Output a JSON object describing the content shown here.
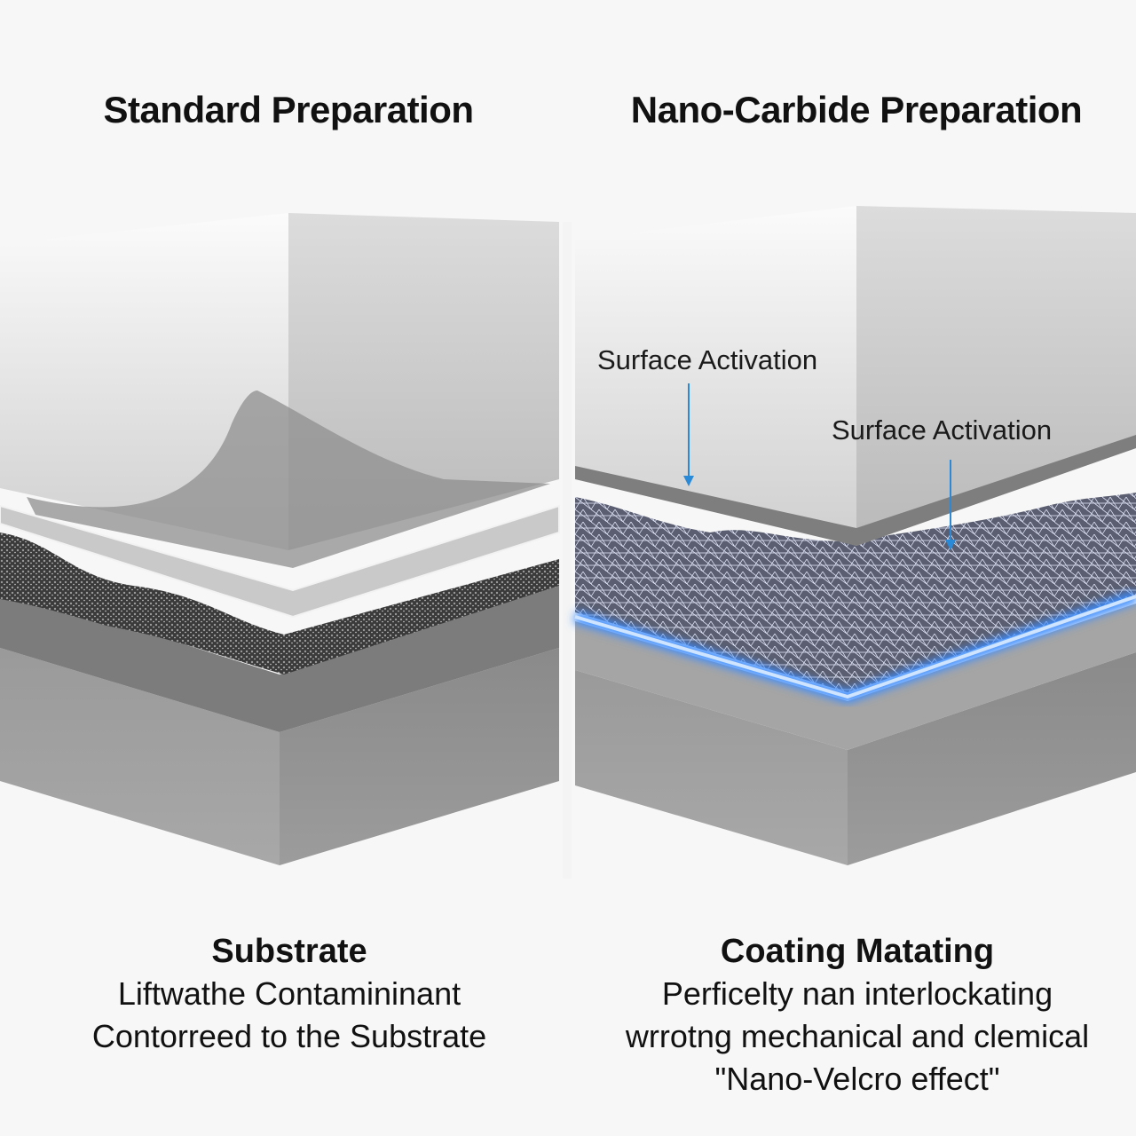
{
  "left": {
    "title": "Standard Preparation",
    "caption_heading": "Substrate",
    "caption_lines": [
      "Liftwathe Contamininant",
      "Contorreed to the Substrate"
    ]
  },
  "right": {
    "title": "Nano-Carbide Preparation",
    "annotations": [
      "Surface Activation",
      "Surface Activation"
    ],
    "caption_heading": "Coating Matating",
    "caption_lines": [
      "Perficelty nan interlockating",
      "wrrotng mechanical and clemical",
      "\"Nano-Velcro effect\""
    ]
  },
  "colors": {
    "glow": "#3b8cff",
    "arrow": "#2a8ad8"
  }
}
